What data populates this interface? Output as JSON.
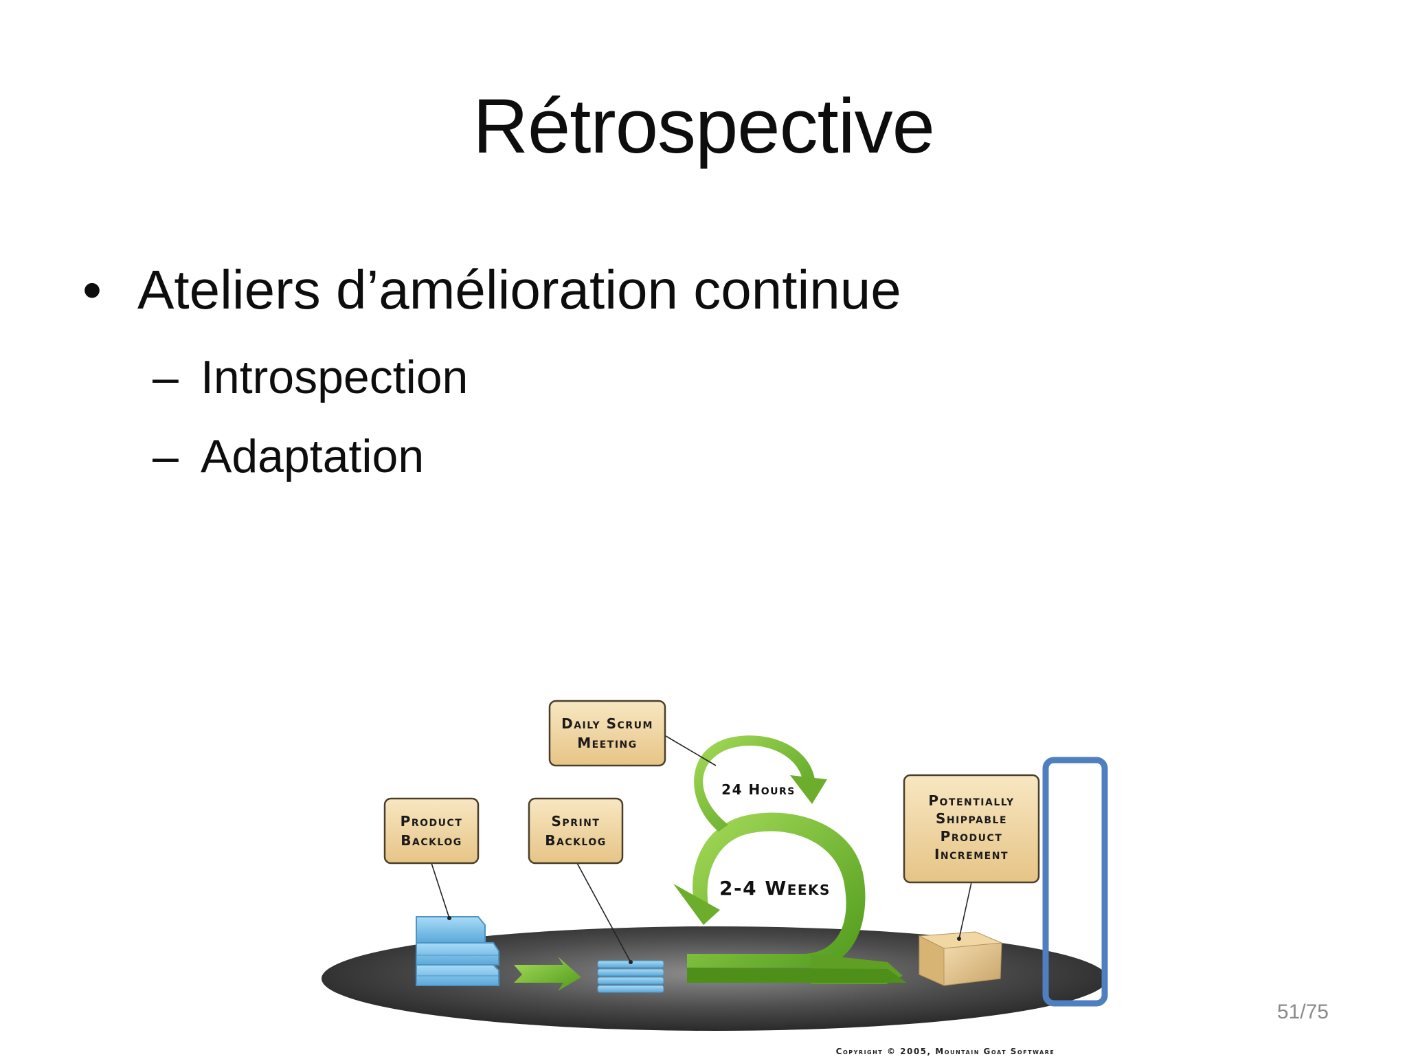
{
  "slide": {
    "title": "Rétrospective",
    "bullet": {
      "marker": "•",
      "text": "Ateliers d’amélioration continue"
    },
    "subitems": [
      {
        "marker": "–",
        "text": "Introspection"
      },
      {
        "marker": "–",
        "text": "Adaptation"
      }
    ],
    "page_number": "51/75"
  },
  "diagram": {
    "labels": {
      "daily_scrum": [
        "Daily Scrum",
        "Meeting"
      ],
      "product_backlog": [
        "Product",
        "Backlog"
      ],
      "sprint_backlog": [
        "Sprint",
        "Backlog"
      ],
      "increment": [
        "Potentially",
        "Shippable",
        "Product",
        "Increment"
      ],
      "hours": "24 Hours",
      "weeks": "2-4 Weeks"
    },
    "copyright": "Copyright © 2005, Mountain Goat Software",
    "colors": {
      "label_fill": "#f1d9a6",
      "label_stroke": "#5a4a30",
      "arrow_green": "#7cc234",
      "arrow_green_dark": "#4e8f1a",
      "platform": "#3d3d3d",
      "backlog_blue": "#7fc3ea",
      "box_tan": "#e4c48c",
      "highlight_frame": "#4f7fbf"
    }
  }
}
